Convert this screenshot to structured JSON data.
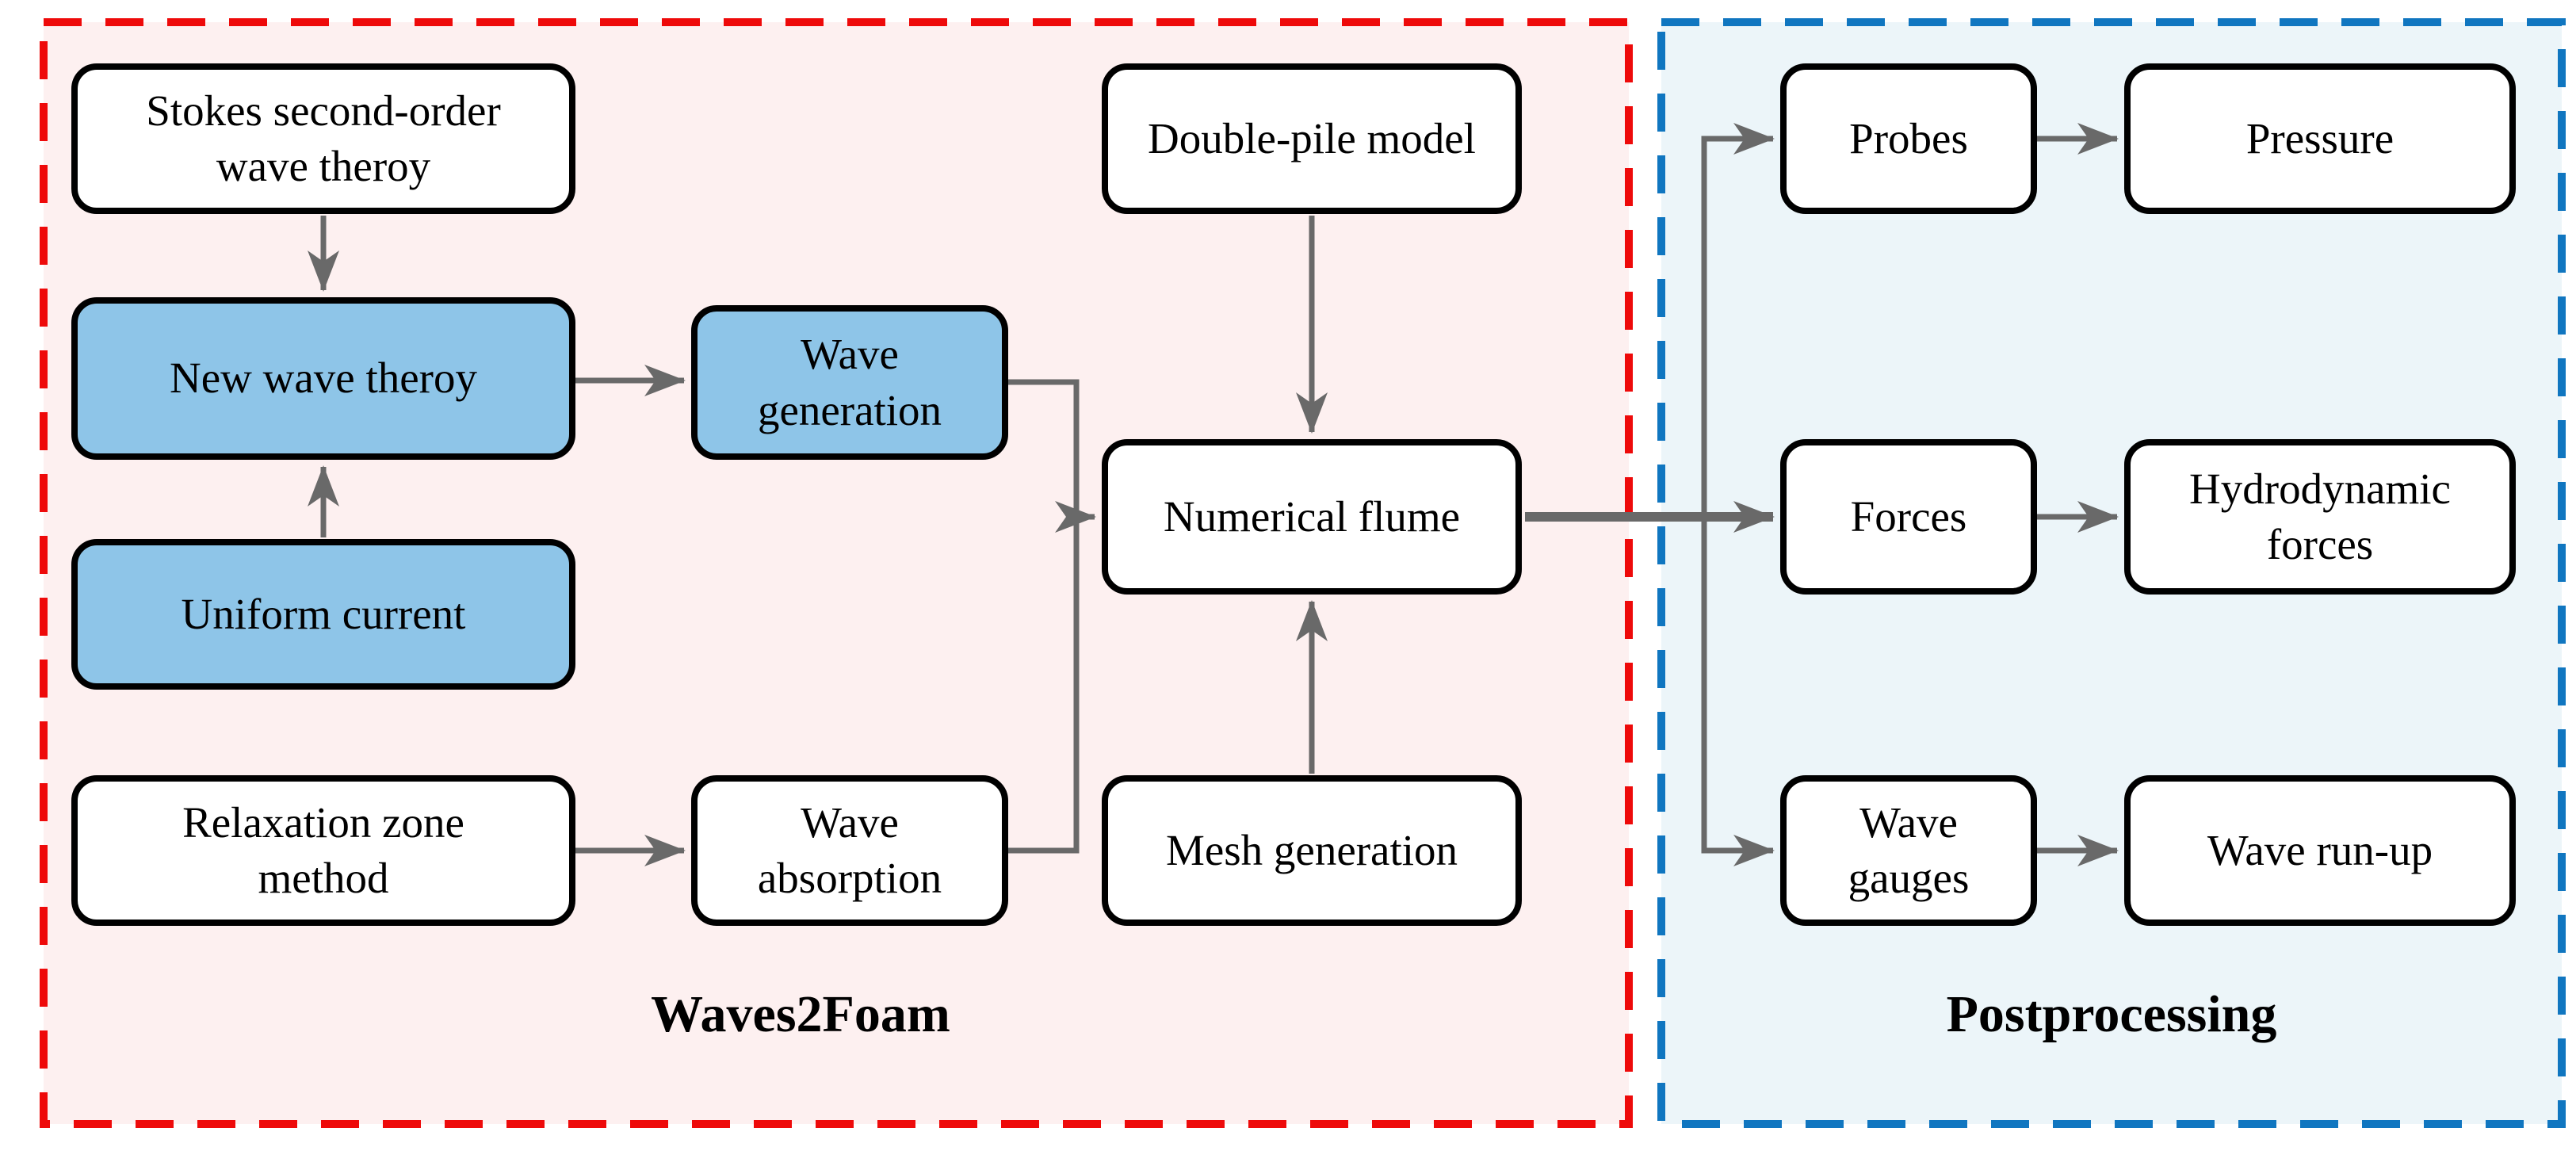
{
  "diagram": {
    "groups": {
      "waves2foam": {
        "label": "Waves2Foam"
      },
      "postprocessing": {
        "label": "Postprocessing"
      }
    },
    "nodes": {
      "stokes": {
        "label": "Stokes second-order\nwave theroy",
        "variant": "plain"
      },
      "new_wave": {
        "label": "New wave theroy",
        "variant": "highlight"
      },
      "uniform": {
        "label": "Uniform current",
        "variant": "highlight"
      },
      "relaxation": {
        "label": "Relaxation zone\nmethod",
        "variant": "plain"
      },
      "wave_generation": {
        "label": "Wave\ngeneration",
        "variant": "highlight"
      },
      "wave_absorption": {
        "label": "Wave\nabsorption",
        "variant": "plain"
      },
      "double_pile": {
        "label": "Double-pile model",
        "variant": "plain"
      },
      "numerical_flume": {
        "label": "Numerical flume",
        "variant": "plain"
      },
      "mesh_generation": {
        "label": "Mesh generation",
        "variant": "plain"
      },
      "probes": {
        "label": "Probes",
        "variant": "plain"
      },
      "pressure": {
        "label": "Pressure",
        "variant": "plain"
      },
      "forces": {
        "label": "Forces",
        "variant": "plain"
      },
      "hydrodynamic_forces": {
        "label": "Hydrodynamic\nforces",
        "variant": "plain"
      },
      "wave_gauges": {
        "label": "Wave\ngauges",
        "variant": "plain"
      },
      "wave_runup": {
        "label": "Wave run-up",
        "variant": "plain"
      }
    },
    "edges": [
      {
        "from": "stokes",
        "to": "new_wave"
      },
      {
        "from": "uniform",
        "to": "new_wave"
      },
      {
        "from": "new_wave",
        "to": "wave_generation"
      },
      {
        "from": "relaxation",
        "to": "wave_absorption"
      },
      {
        "from": "wave_generation",
        "to": "numerical_flume"
      },
      {
        "from": "wave_absorption",
        "to": "numerical_flume"
      },
      {
        "from": "double_pile",
        "to": "numerical_flume"
      },
      {
        "from": "mesh_generation",
        "to": "numerical_flume"
      },
      {
        "from": "numerical_flume",
        "to": "probes"
      },
      {
        "from": "numerical_flume",
        "to": "forces"
      },
      {
        "from": "numerical_flume",
        "to": "wave_gauges"
      },
      {
        "from": "probes",
        "to": "pressure"
      },
      {
        "from": "forces",
        "to": "hydrodynamic_forces"
      },
      {
        "from": "wave_gauges",
        "to": "wave_runup"
      }
    ],
    "colors": {
      "highlight_fill": "#8ec5e8",
      "group_red_border": "#ee0a0a",
      "group_red_fill": "#fdf0f0",
      "group_blue_border": "#1076c0",
      "group_blue_fill": "#ecf5f9",
      "arrow": "#696969",
      "node_border": "#000000"
    }
  }
}
